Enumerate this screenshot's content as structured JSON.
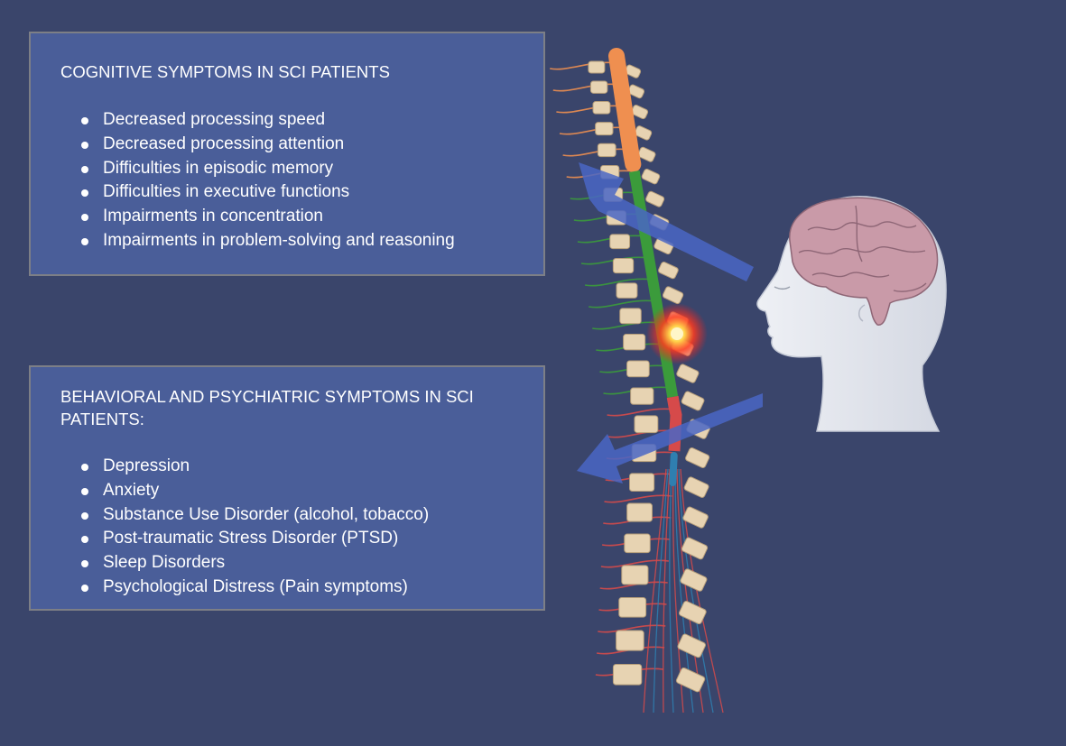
{
  "colors": {
    "background": "#3a456b",
    "panel_fill": "#4a5e99",
    "panel_border": "#7d7f86",
    "text": "#ffffff",
    "vertebra": "#e7d3b2",
    "cord_upper": "#ef8f50",
    "cord_middle": "#3b9b3b",
    "cord_lower_red": "#d64a4a",
    "cord_lower_blue": "#2f7fb0",
    "arrow": "#4a66c4",
    "brain": "#c99aa8",
    "head": "#e5e7ee"
  },
  "cognitive": {
    "title": "COGNITIVE SYMPTOMS IN SCI PATIENTS",
    "items": [
      "Decreased processing speed",
      "Decreased processing attention",
      "Difficulties in episodic memory",
      "Difficulties in executive functions",
      "Impairments in concentration",
      "Impairments in problem-solving and reasoning"
    ]
  },
  "behavioral": {
    "title": "BEHAVIORAL AND PSYCHIATRIC SYMPTOMS IN SCI PATIENTS:",
    "items": [
      "Depression",
      "Anxiety",
      "Substance Use Disorder (alcohol, tobacco)",
      "Post-traumatic Stress Disorder (PTSD)",
      "Sleep Disorders",
      "Psychological Distress (Pain symptoms)"
    ]
  },
  "icons": {
    "spine": "spinal-column-illustration",
    "injury": "injury-glow-icon",
    "head": "human-head-with-brain-illustration",
    "arrows": "arrow-icon"
  }
}
